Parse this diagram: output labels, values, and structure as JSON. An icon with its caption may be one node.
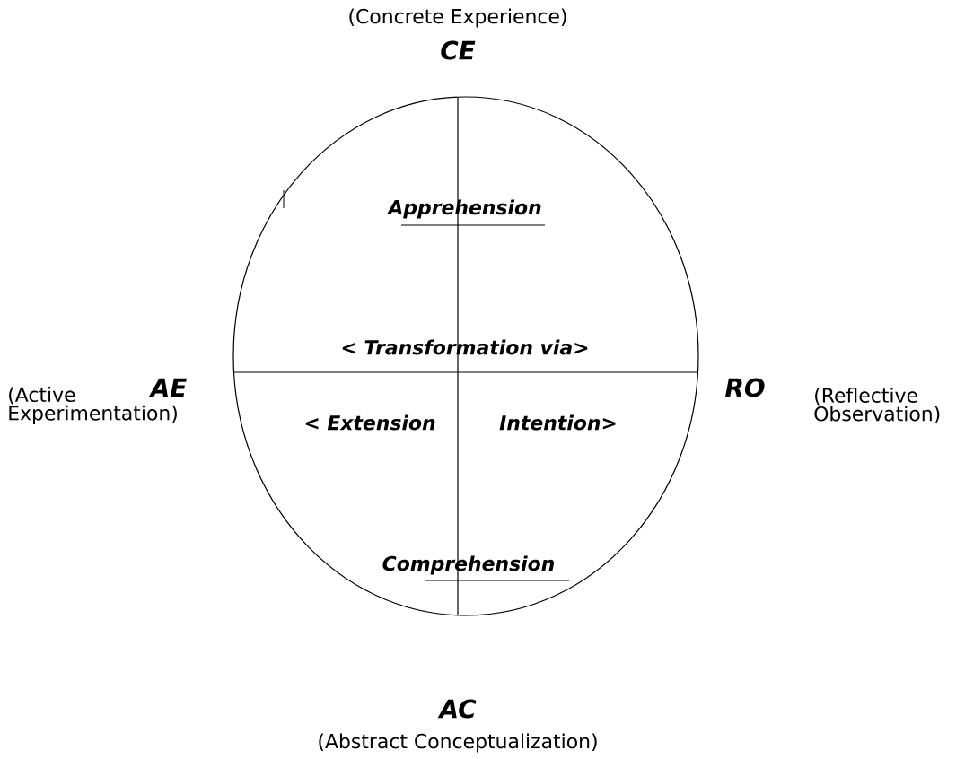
{
  "diagram": {
    "nodes": [
      {
        "text": [
          "Apprehension",
          "< Transformation via>",
          "< Extension",
          "Intention>",
          "Comprehension"
        ]
      }
    ],
    "labels": [
      "(Concrete Experience)",
      "CE",
      "(Active Experimentation)",
      "AE",
      "RO",
      "(Reflective Observation)",
      "AC",
      "(Abstract Conceptualization)"
    ]
  }
}
